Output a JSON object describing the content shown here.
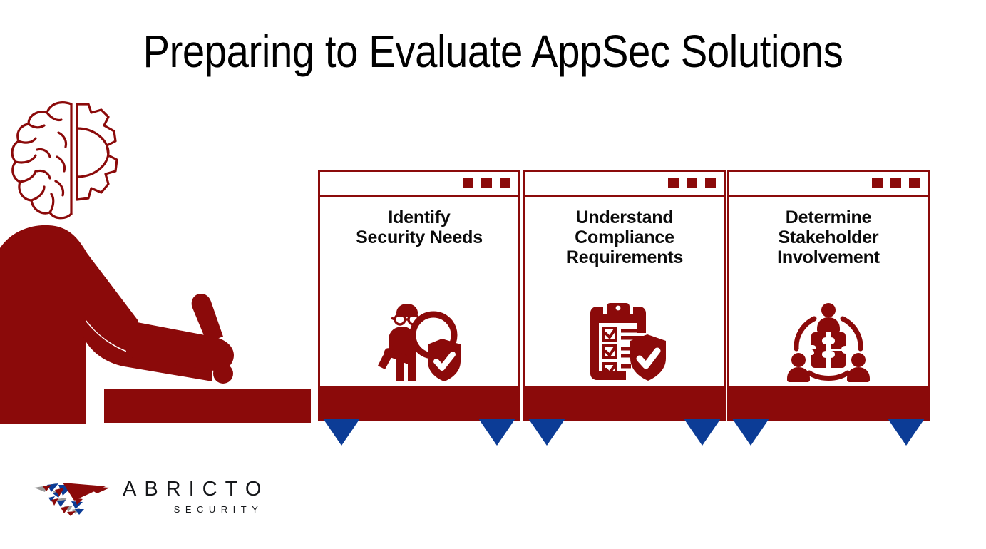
{
  "slide": {
    "title": "Preparing to Evaluate AppSec Solutions",
    "background_color": "#FFFFFF"
  },
  "colors": {
    "brand_red": "#8B0A0A",
    "brand_blue": "#0C3C96",
    "gray": "#9A9A9A",
    "text_black": "#000000"
  },
  "decorations": {
    "brain_gear_icon": "brain-gear-icon",
    "person_illustration": "person-at-desk-silhouette"
  },
  "cards": [
    {
      "id": "identify-security-needs",
      "heading": "Identify\nSecurity Needs",
      "icon": "person-magnifying-glass-shield-icon",
      "window_dots": 3
    },
    {
      "id": "understand-compliance-requirements",
      "heading": "Understand\nCompliance\nRequirements",
      "icon": "clipboard-checklist-shield-icon",
      "window_dots": 3
    },
    {
      "id": "determine-stakeholder-involvement",
      "heading": "Determine\nStakeholder\nInvolvement",
      "icon": "people-puzzle-collaboration-icon",
      "window_dots": 3
    }
  ],
  "logo": {
    "mark": "abricto-raptor-logo-mark",
    "word": "ABRICTO",
    "sub": "SECURITY"
  }
}
